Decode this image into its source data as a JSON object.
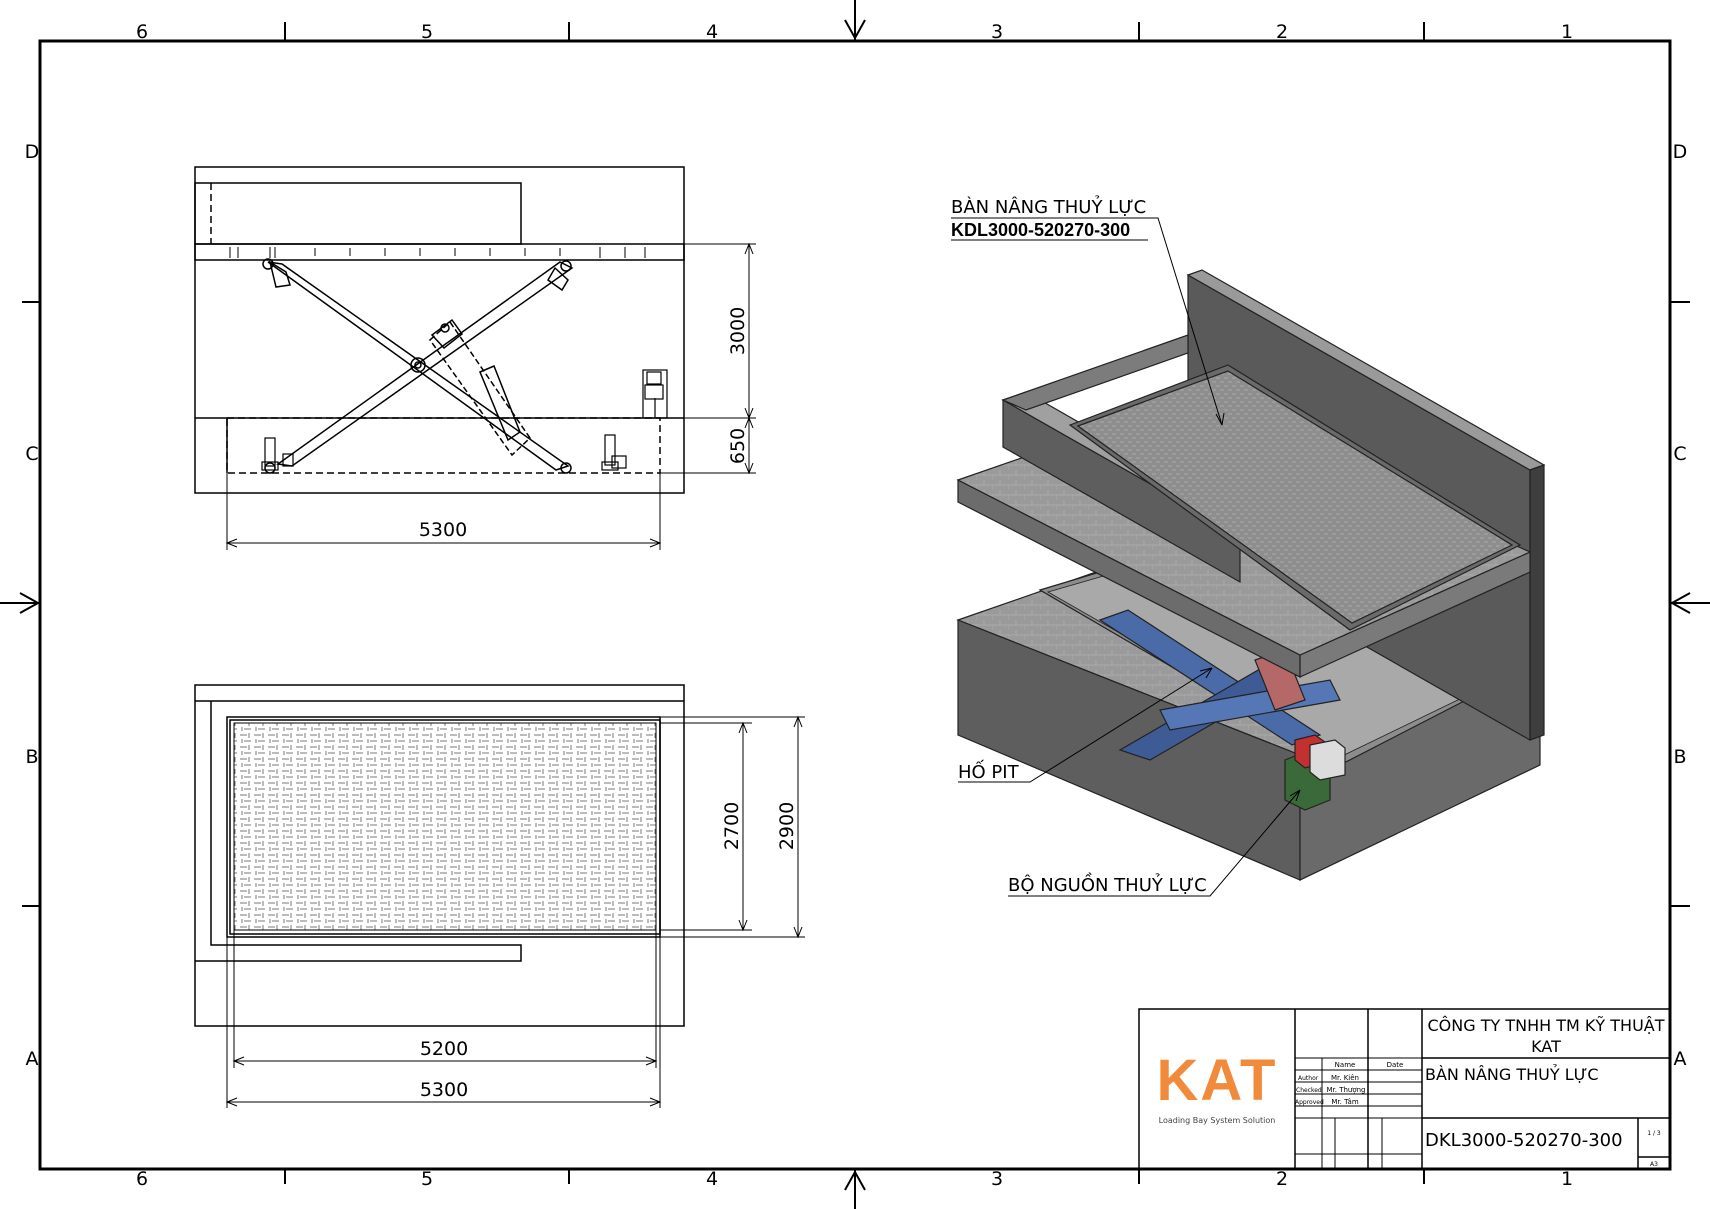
{
  "sheet": {
    "grid_columns": [
      "6",
      "5",
      "4",
      "3",
      "2",
      "1"
    ],
    "grid_rows": [
      "D",
      "C",
      "B",
      "A"
    ]
  },
  "side_view": {
    "dim_height_main": "3000",
    "dim_height_pit": "650",
    "dim_length": "5300"
  },
  "top_view": {
    "dim_inner_width": "2700",
    "dim_outer_width": "2900",
    "dim_inner_length": "5200",
    "dim_outer_length": "5300"
  },
  "iso_view": {
    "callout_lift_title": "BÀN NÂNG THUỶ LỰC",
    "callout_lift_model": "KDL3000-520270-300",
    "callout_pit": "HỐ PIT",
    "callout_power_unit": "BỘ NGUỒN THUỶ LỰC"
  },
  "title_block": {
    "logo": "KAT",
    "logo_tagline": "Loading Bay System Solution",
    "col_name": "Name",
    "col_date": "Date",
    "rows": [
      {
        "role": "Author",
        "name": "Mr. Kiên"
      },
      {
        "role": "Checked",
        "name": "Mr. Thượng"
      },
      {
        "role": "Approved",
        "name": "Mr. Tâm"
      }
    ],
    "company_line1": "CÔNG TY TNHH TM KỸ THUẬT",
    "company_line2": "KAT",
    "drawing_title": "BÀN NÂNG THUỶ LỰC",
    "drawing_number": "DKL3000-520270-300",
    "sheet_number": "1 / 3",
    "paper_size": "A3"
  },
  "colors": {
    "line": "#000000",
    "concrete": "#8a8a8a",
    "concrete_dark": "#5a5a5a",
    "steel_blue": "#4a6aa8",
    "logo_orange": "#f28a3c"
  }
}
